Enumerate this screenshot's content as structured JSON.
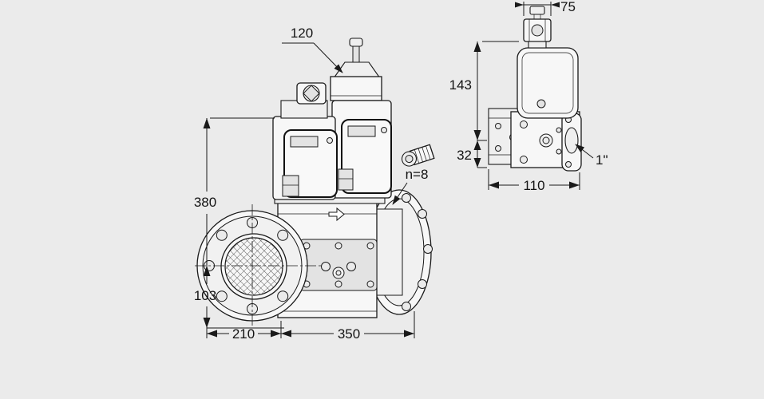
{
  "title": "Dual solenoid valve dimensional drawing",
  "colors": {
    "background": "#ebebeb",
    "line": "#1a1a1a"
  },
  "main_view": {
    "dim_top": "120",
    "dim_height": "380",
    "dim_axis_height": "103",
    "dim_bottom_left": "210",
    "dim_length": "350",
    "bolt_label": "n=8"
  },
  "side_view": {
    "dim_top": "75",
    "dim_height": "143",
    "dim_lower": "32",
    "dim_width": "110",
    "port_label": "1\""
  }
}
